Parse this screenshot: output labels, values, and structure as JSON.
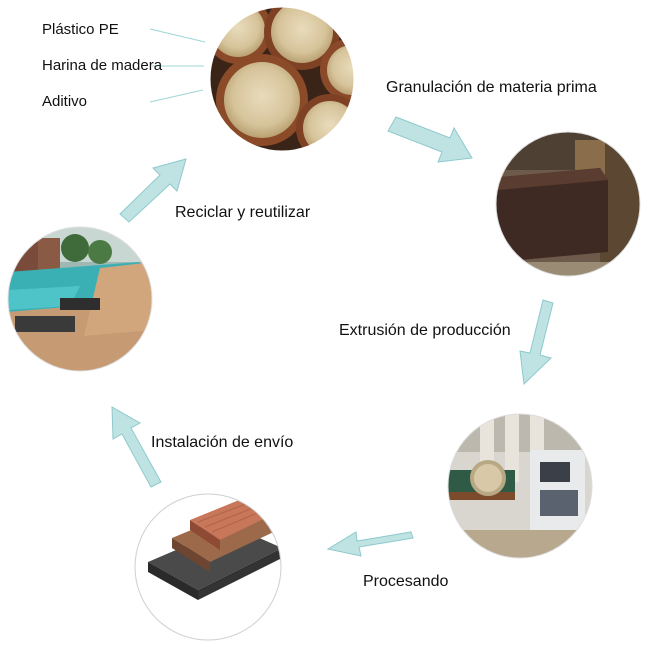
{
  "ingredients": [
    "Plástico PE",
    "Harina de madera",
    "Aditivo"
  ],
  "steps": {
    "granulation": "Granulación de materia prima",
    "extrusion": "Extrusión de producción",
    "processing": "Procesando",
    "installation": "Instalación de envío",
    "recycle": "Reciclar y reutilizar"
  },
  "colors": {
    "arrow_fill": "#bfe3e3",
    "arrow_stroke": "#8ec9cc",
    "pointer_line": "#9fd6d6"
  }
}
